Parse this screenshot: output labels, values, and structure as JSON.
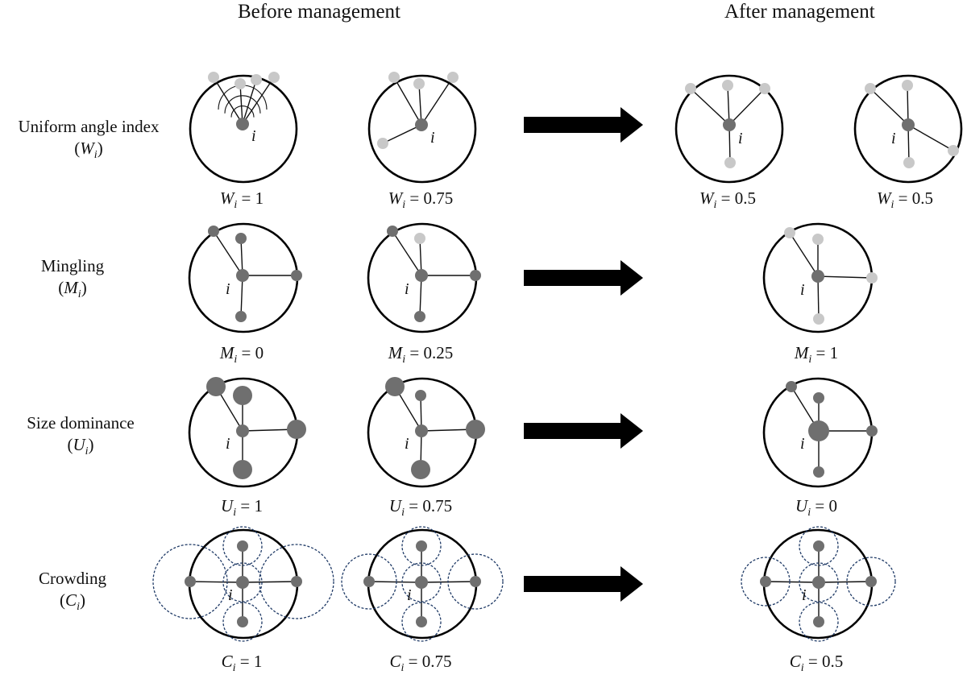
{
  "headers": {
    "before": "Before management",
    "after": "After management"
  },
  "rows": [
    {
      "id": "uniform-angle-index",
      "label": "Uniform angle index",
      "symbol": "W",
      "subscript": "i",
      "equation_values": [
        "1",
        "0.75",
        "0.5",
        "0.5"
      ]
    },
    {
      "id": "mingling",
      "label": "Mingling",
      "symbol": "M",
      "subscript": "i",
      "equation_values": [
        "0",
        "0.25",
        "1"
      ]
    },
    {
      "id": "size-dominance",
      "label": "Size dominance",
      "symbol": "U",
      "subscript": "i",
      "equation_values": [
        "1",
        "0.75",
        "0"
      ]
    },
    {
      "id": "crowding",
      "label": "Crowding",
      "symbol": "C",
      "subscript": "i",
      "equation_values": [
        "1",
        "0.75",
        "0.5"
      ]
    }
  ],
  "center_tree_label": "i",
  "operator": "=",
  "colors": {
    "outline": "#000000",
    "dark_tree": "#6f6f6f",
    "light_tree": "#c8c8c8",
    "crowding_circle": "#1f3a66",
    "arrow": "#000000"
  }
}
